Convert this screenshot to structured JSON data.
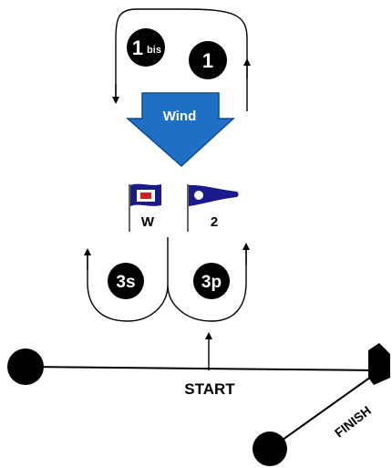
{
  "marks": {
    "mark_1bis": {
      "main": "1",
      "sub": "bis"
    },
    "mark_1": "1",
    "mark_3s": "3s",
    "mark_3p": "3p"
  },
  "wind": {
    "label": "Wind",
    "color": "#1f6fc6",
    "label_color": "#ffffff"
  },
  "flags": {
    "w": {
      "label": "W"
    },
    "two": {
      "label": "2"
    }
  },
  "start_line": {
    "label": "START"
  },
  "finish_line": {
    "label": "FINISH"
  },
  "colors": {
    "line": "#000000",
    "mark_fill": "#000000",
    "mark_text": "#ffffff",
    "flag_blue": "#1a1a8c",
    "flag_red": "#cc2222",
    "flag_w_inner": "#ffffff"
  }
}
